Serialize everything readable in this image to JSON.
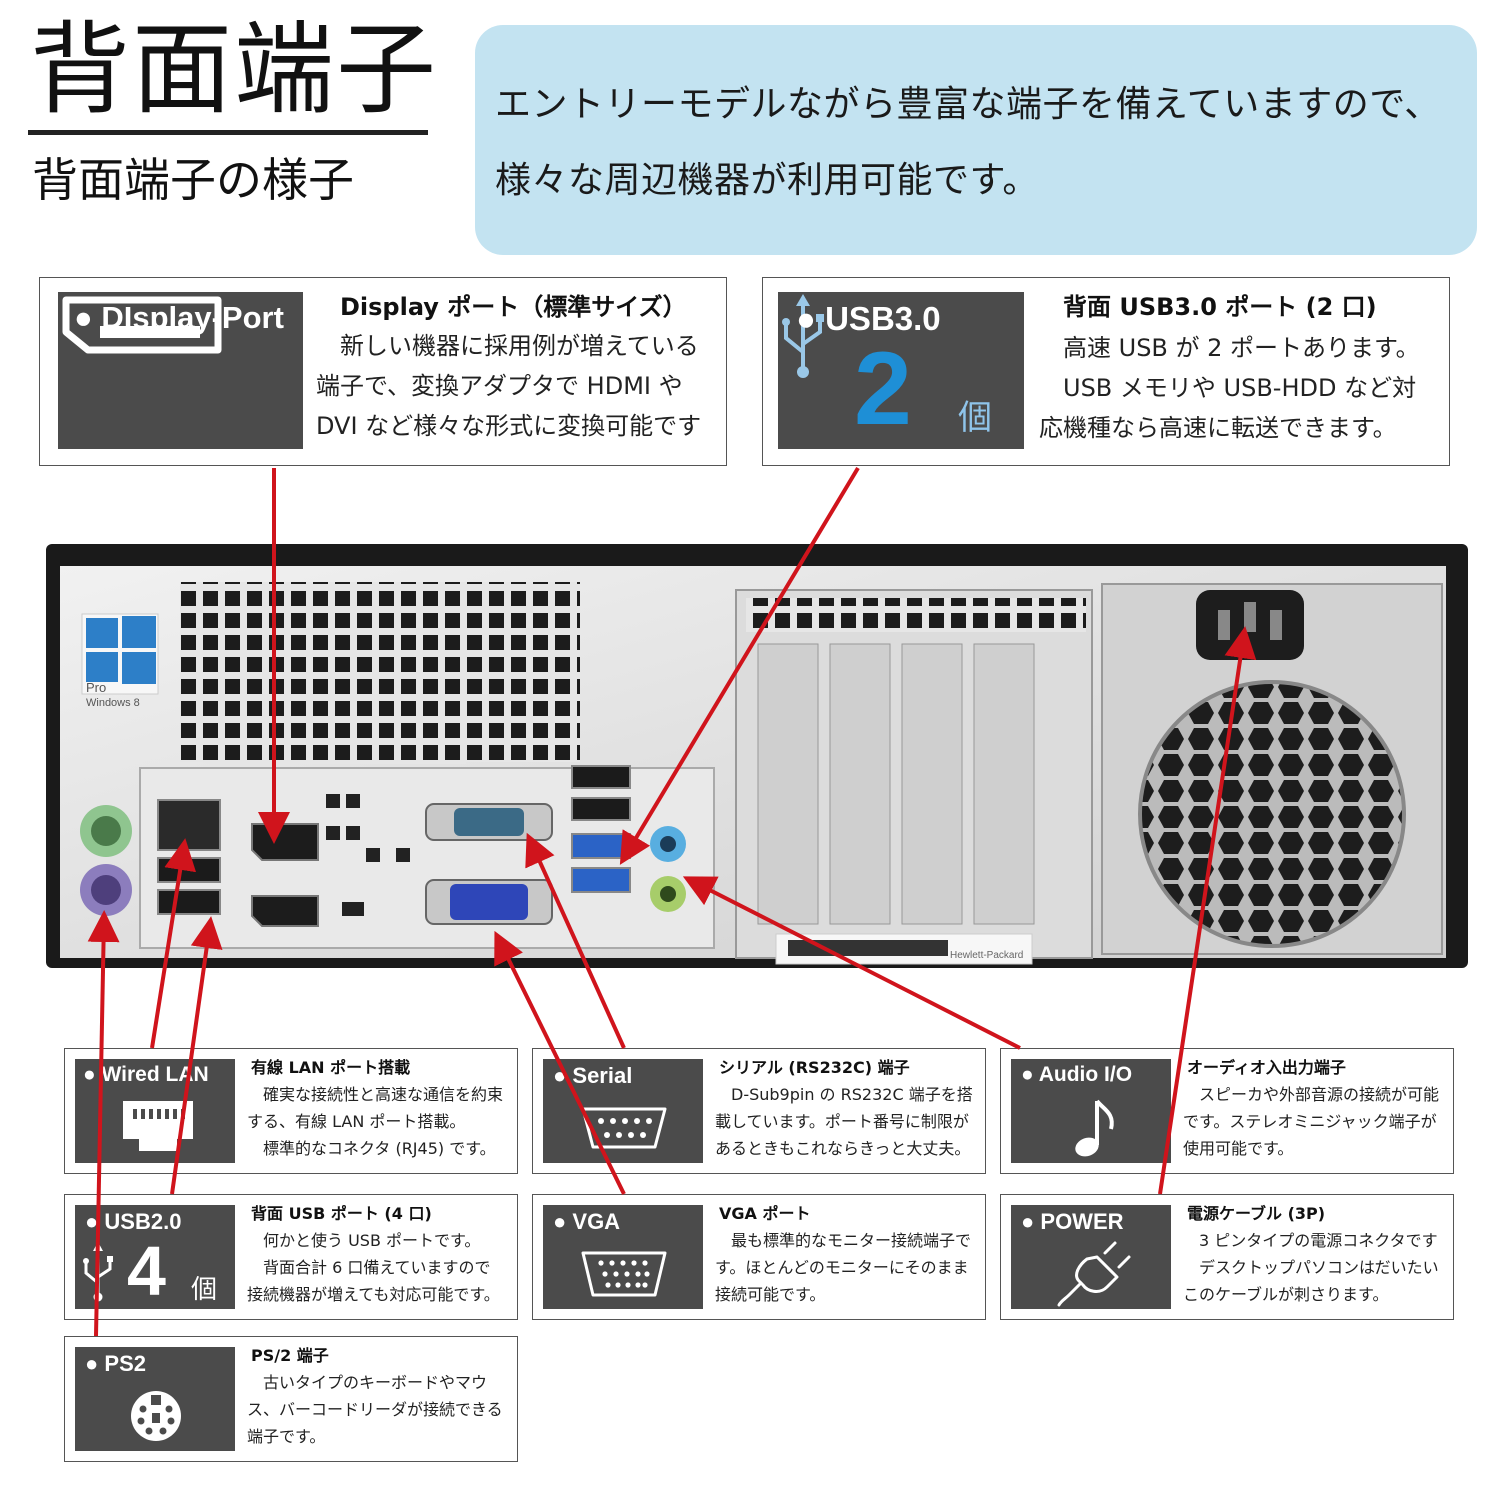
{
  "header": {
    "title": "背面端子",
    "subtitle": "背面端子の様子",
    "intro_lines": [
      "エントリーモデルながら豊富な端子を備えていますので、",
      "様々な周辺機器が利用可能です。"
    ]
  },
  "displayport": {
    "badge": "● DIsplay-Port",
    "heading": "Display ポート（標準サイズ）",
    "lines": [
      "　新しい機器に採用例が増えている",
      "端子で、変換アダプタで HDMI や",
      "DVI など様々な形式に変換可能です"
    ]
  },
  "usb3": {
    "badge": "● USB3.0",
    "count": "2",
    "unit": "個",
    "heading": "背面 USB3.0 ポート (2 口)",
    "lines": [
      "　高速 USB が 2 ポートあります。",
      "　USB メモリや USB-HDD など対",
      "応機種なら高速に転送できます。"
    ]
  },
  "pc_photo": {
    "os_edition": "Pro",
    "os_name": "Windows 8",
    "manufacturer": "Hewlett-Packard"
  },
  "wired_lan": {
    "badge": "● Wired LAN",
    "heading": "有線 LAN ポート搭載",
    "lines": [
      "　確実な接続性と高速な通信を約束",
      "する、有線 LAN ポート搭載。",
      "　標準的なコネクタ (RJ45) です。"
    ]
  },
  "serial": {
    "badge": "● Serial",
    "heading": "シリアル (RS232C) 端子",
    "lines": [
      "　D-Sub9pin の RS232C 端子を搭",
      "載しています。ポート番号に制限が",
      "あるときもこれならきっと大丈夫。"
    ]
  },
  "audio": {
    "badge": "● Audio I/O",
    "heading": "オーディオ入出力端子",
    "lines": [
      "　スピーカや外部音源の接続が可能",
      "です。ステレオミニジャック端子が",
      "使用可能です。"
    ]
  },
  "usb2": {
    "badge": "● USB2.0",
    "count": "4",
    "unit": "個",
    "heading": "背面 USB ポート (4 口)",
    "lines": [
      "　何かと使う USB ポートです。",
      "　背面合計 6 口備えていますので",
      "接続機器が増えても対応可能です。"
    ]
  },
  "vga": {
    "badge": "● VGA",
    "heading": "VGA ポート",
    "lines": [
      "　最も標準的なモニター接続端子で",
      "す。ほとんどのモニターにそのまま",
      "接続可能です。"
    ]
  },
  "power": {
    "badge": "● POWER",
    "heading": "電源ケーブル (3P)",
    "lines": [
      "　3 ピンタイプの電源コネクタです",
      "　デスクトップパソコンはだいたい",
      "このケーブルが刺さります。"
    ]
  },
  "ps2": {
    "badge": "● PS2",
    "heading": "PS/2 端子",
    "lines": [
      "　古いタイプのキーボードやマウ",
      "ス、バーコードリーダが接続できる",
      "端子です。"
    ]
  },
  "colors": {
    "badge_bg": "#4b4b4b",
    "intro_bg": "#c3e3f1",
    "arrow": "#d0141c",
    "usb3_accent": "#1e8fd6",
    "usb3_port": "#2b63c6"
  }
}
